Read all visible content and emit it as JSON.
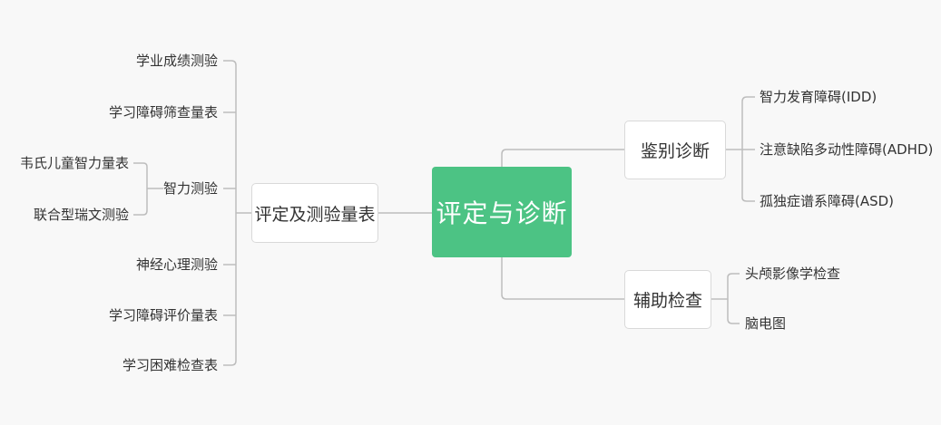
{
  "root": {
    "label": "评定与诊断"
  },
  "left_branch": {
    "label": "评定及测验量表",
    "children": [
      {
        "label": "学业成绩测验"
      },
      {
        "label": "学习障碍筛查量表"
      },
      {
        "label": "智力测验",
        "children": [
          {
            "label": "韦氏儿童智力量表"
          },
          {
            "label": "联合型瑞文测验"
          }
        ]
      },
      {
        "label": "神经心理测验"
      },
      {
        "label": "学习障碍评价量表"
      },
      {
        "label": "学习困难检查表"
      }
    ]
  },
  "right_branches": [
    {
      "label": "鉴别诊断",
      "children": [
        {
          "label": "智力发育障碍(IDD)"
        },
        {
          "label": "注意缺陷多动性障碍(ADHD)"
        },
        {
          "label": "孤独症谱系障碍(ASD)"
        }
      ]
    },
    {
      "label": "辅助检查",
      "children": [
        {
          "label": "头颅影像学检查"
        },
        {
          "label": "脑电图"
        }
      ]
    }
  ],
  "colors": {
    "root": "#4cc384",
    "connector": "#bdbdbd",
    "background": "#f8f8f8"
  }
}
